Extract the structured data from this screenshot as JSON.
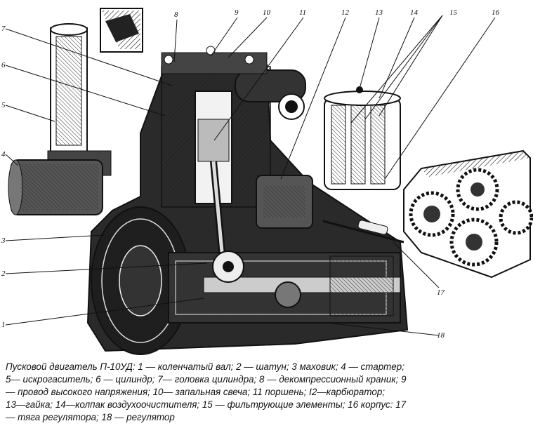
{
  "diagram": {
    "part_numbers": [
      "1",
      "2",
      "3",
      "4",
      "5",
      "6",
      "7",
      "8",
      "9",
      "10",
      "11",
      "12",
      "13",
      "14",
      "15",
      "16",
      "17",
      "18"
    ],
    "caption_lines": [
      "Пусковой двигатель П-10УД: 1 — коленчатый вал; 2 — шатун; 3 маховик; 4 — стартер;",
      "5— искрогаситель; 6 — цилиндр; 7— головка цилиндра; 8 — декомпрессионный краник; 9",
      "— провод высокого напряжения; 10— запальная свеча; 11 поршень; I2—карбюратор;",
      "13—гайка; 14—колпак воздухоочистителя; 15 — фильтрующие элементы; 16 корпус: 17",
      "— тяга регулятора; 18 — регулятор"
    ]
  }
}
